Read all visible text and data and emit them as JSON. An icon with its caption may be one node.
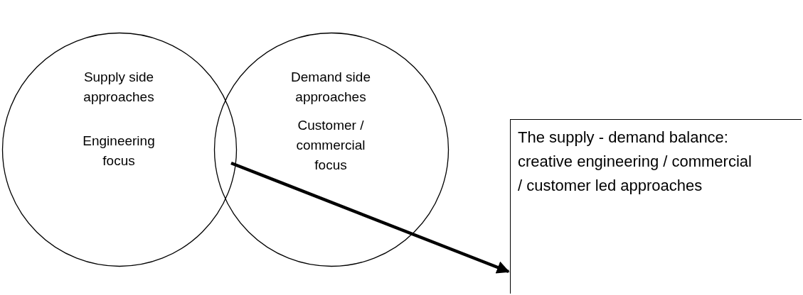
{
  "diagram": {
    "nodes": [
      {
        "text": [
          "Supply side approaches",
          "Engineering focus"
        ]
      },
      {
        "text": [
          "Demand side approaches",
          "Customer / commercial focus"
        ]
      },
      {
        "text": [
          "The supply - demand balance: creative engineering / commercial / customer led approaches"
        ]
      }
    ],
    "edges": [
      {
        "from": 1,
        "to": 2,
        "arrow": "to"
      }
    ]
  }
}
